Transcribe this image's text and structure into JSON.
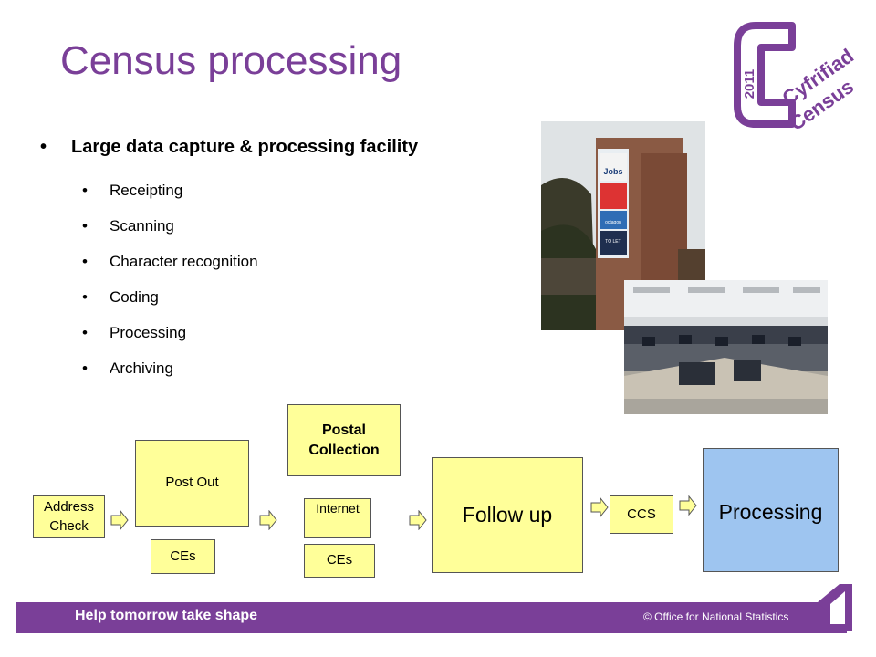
{
  "slide": {
    "title": "Census processing",
    "main_bullet": "Large data capture & processing facility",
    "bullet_char": "•",
    "sub_bullets": [
      "Receipting",
      "Scanning",
      "Character recognition",
      "Coding",
      "Processing",
      "Archiving"
    ]
  },
  "logo": {
    "year": "2011",
    "line1": "Cyfrifiad",
    "line2": "Census",
    "color": "#7a3f98"
  },
  "photos": {
    "building": {
      "icon": "building-photo",
      "sign_text": "Jobs",
      "sign_brand": "octagon",
      "sign_tolet": "TO LET"
    },
    "office": {
      "icon": "office-photo"
    }
  },
  "flow": {
    "address_check": "Address Check",
    "post_out": "Post Out",
    "ces_left": "CEs",
    "postal_collection": "Postal Collection",
    "internet": "Internet",
    "ces_middle": "CEs",
    "follow_up": "Follow up",
    "ccs": "CCS",
    "processing": "Processing"
  },
  "footer": {
    "tagline": "Help tomorrow take shape",
    "copyright": "© Office for National Statistics"
  },
  "colors": {
    "accent": "#7a3f98",
    "box_yellow": "#ffff99",
    "box_blue": "#9ec5f0"
  }
}
